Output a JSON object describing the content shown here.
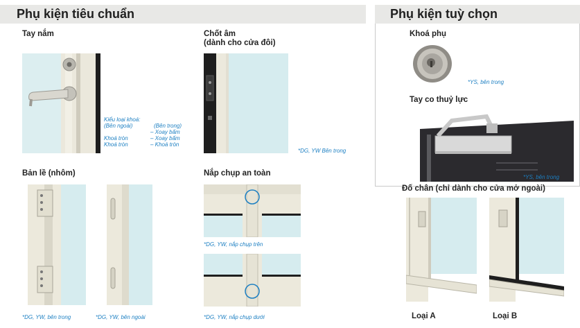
{
  "standard": {
    "title": "Phụ kiện tiêu chuẩn",
    "handle": {
      "label": "Tay nắm",
      "lock_types": {
        "heading_1": "Kiểu loại khoá:",
        "heading_2": "(Bên ngoài)",
        "inside_heading": "(Bên trong)",
        "row_1_right": "– Xoay bấm",
        "row_2_left": "Khoá tròn",
        "row_2_right": "– Xoay bấm",
        "row_3_left": "Khoá tròn",
        "row_3_right": "– Khoá tròn"
      }
    },
    "flush_bolt": {
      "label_1": "Chốt âm",
      "label_2": "(dành cho cửa đôi)",
      "note": "*DG, YW Bên trong"
    },
    "hinge": {
      "label": "Bản lề (nhôm)",
      "note_inside": "*DG, YW, bên trong",
      "note_outside": "*DG, YW, bên ngoài"
    },
    "safety_cap": {
      "label": "Nắp chụp an toàn",
      "note_top": "*DG, YW, nắp chụp trên",
      "note_bottom": "*DG, YW, nắp chụp dưới"
    }
  },
  "optional": {
    "title": "Phụ kiện tuỳ chọn",
    "aux_lock": {
      "label": "Khoá phụ",
      "note": "*YS, bên trong"
    },
    "door_closer": {
      "label": "Tay co thuỷ lực",
      "note": "*YS, bên trong"
    }
  },
  "door_stop": {
    "label": "Đố chân (chỉ dành cho cửa mở ngoài)",
    "type_a": "Loại A",
    "type_b": "Loại B"
  },
  "colors": {
    "header_bg": "#e8e8e6",
    "note_blue": "#1c7fc2",
    "frame_cream": "#e9e6d8",
    "glass": "#d3e9ec",
    "dark_panel": "#2b2a2e"
  }
}
